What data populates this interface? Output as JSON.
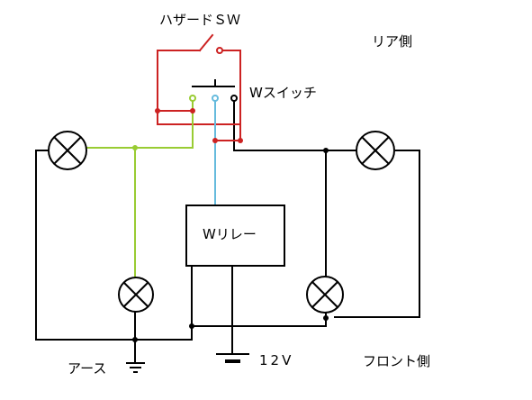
{
  "labels": {
    "hazard_switch": "ハザードＳＷ",
    "rear_side": "リア側",
    "w_switch": "Wスイッチ",
    "w_relay": "Wリレー",
    "ground": "アース",
    "battery": "12V",
    "front_side": "フロント側"
  },
  "colors": {
    "background": "#ffffff",
    "wire_main": "#000000",
    "wire_hazard": "#cc2222",
    "wire_green": "#99cc33",
    "wire_relay_signal": "#66bbdd",
    "junction": "#000000"
  },
  "icons": {
    "lamp": "circle-with-cross",
    "ground": "ground-symbol",
    "battery": "battery-symbol",
    "switch": "push-switch"
  }
}
